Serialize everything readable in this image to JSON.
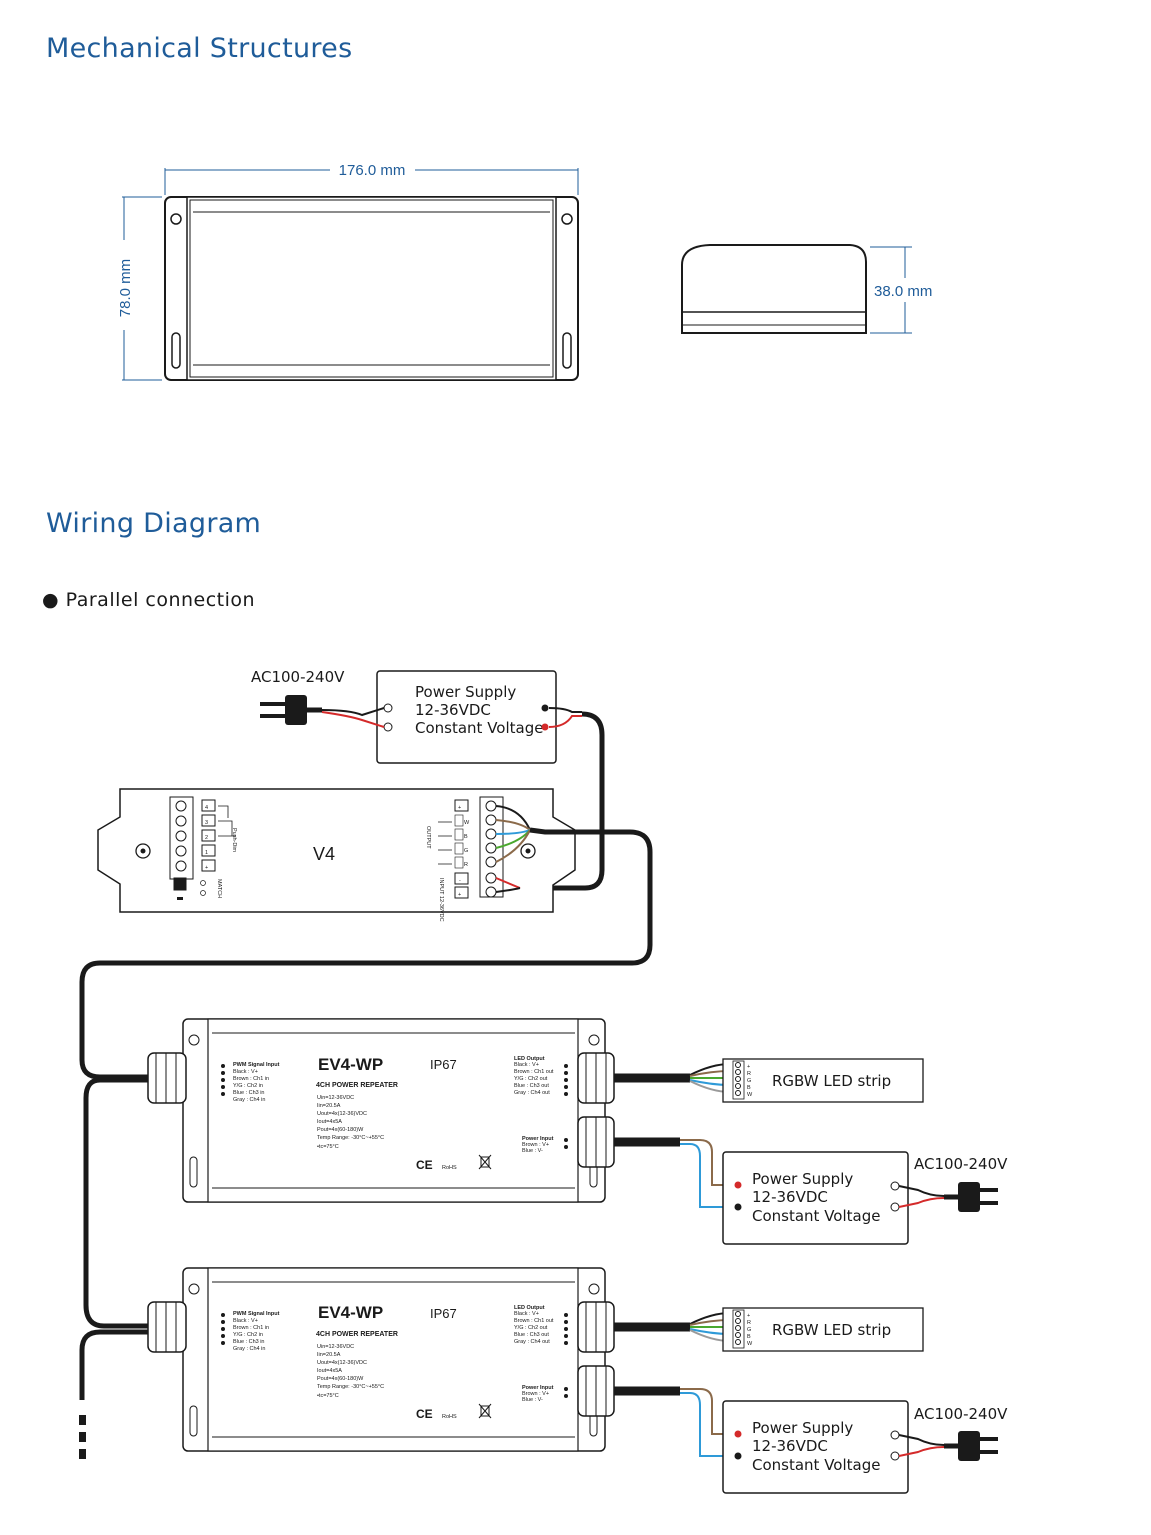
{
  "headings": {
    "mechanical": "Mechanical Structures",
    "wiring": "Wiring Diagram"
  },
  "bullet": "● Parallel connection",
  "dimensions": {
    "length": "176.0 mm",
    "width": "78.0 mm",
    "height": "38.0 mm"
  },
  "ac_label": "AC100-240V",
  "power_supply": {
    "line1": "Power Supply",
    "line2": "12-36VDC",
    "line3": "Constant Voltage"
  },
  "controller": {
    "name": "V4",
    "output_label": "OUTPUT",
    "input_label": "INPUT 12-36VDC",
    "match_label": "MATCH",
    "push_dim_label": "Push-Dim",
    "channels": [
      "4",
      "3",
      "2",
      "1",
      "+"
    ],
    "out_terms": [
      "+",
      "W",
      "B",
      "G",
      "R",
      "-",
      "+"
    ]
  },
  "repeater": {
    "model": "EV4-WP",
    "rating": "IP67",
    "subtitle": "4CH POWER REPEATER",
    "specs": [
      "Uin=12-36VDC",
      "Iin=20.5A",
      "Uout=4x(12-36)VDC",
      "Iout=4x5A",
      "Pout=4x(60-180)W",
      "Temp Range: -30°C~+55°C",
      "•tc=75°C"
    ],
    "pwm_title": "PWM Signal Input",
    "pwm_rows": [
      "Black  :  V+",
      "Brown : Ch1 in",
      "Y/G    :  Ch2 in",
      "Blue   :  Ch3 in",
      "Gray   :  Ch4 in"
    ],
    "led_title": "LED Output",
    "led_rows": [
      "Black  :  V+",
      "Brown : Ch1 out",
      "Y/G   :  Ch2 out",
      "Blue  :  Ch3 out",
      "Gray  :  Ch4 out"
    ],
    "power_title": "Power Input",
    "power_rows": [
      "Brown :  V+",
      "Blue   :  V-"
    ],
    "ce": "CE",
    "rohs": "RoHS"
  },
  "strip": {
    "label": "RGBW LED strip",
    "pins": [
      "+",
      "R",
      "G",
      "B",
      "W"
    ]
  },
  "colors": {
    "heading": "#1f5c99",
    "wire_red": "#d42a2a",
    "wire_green": "#4aa82e",
    "wire_blue": "#2e9ad8",
    "wire_brown": "#8b6a4a",
    "wire_gray": "#9a9a9a",
    "wire_black": "#1a1a1a"
  }
}
